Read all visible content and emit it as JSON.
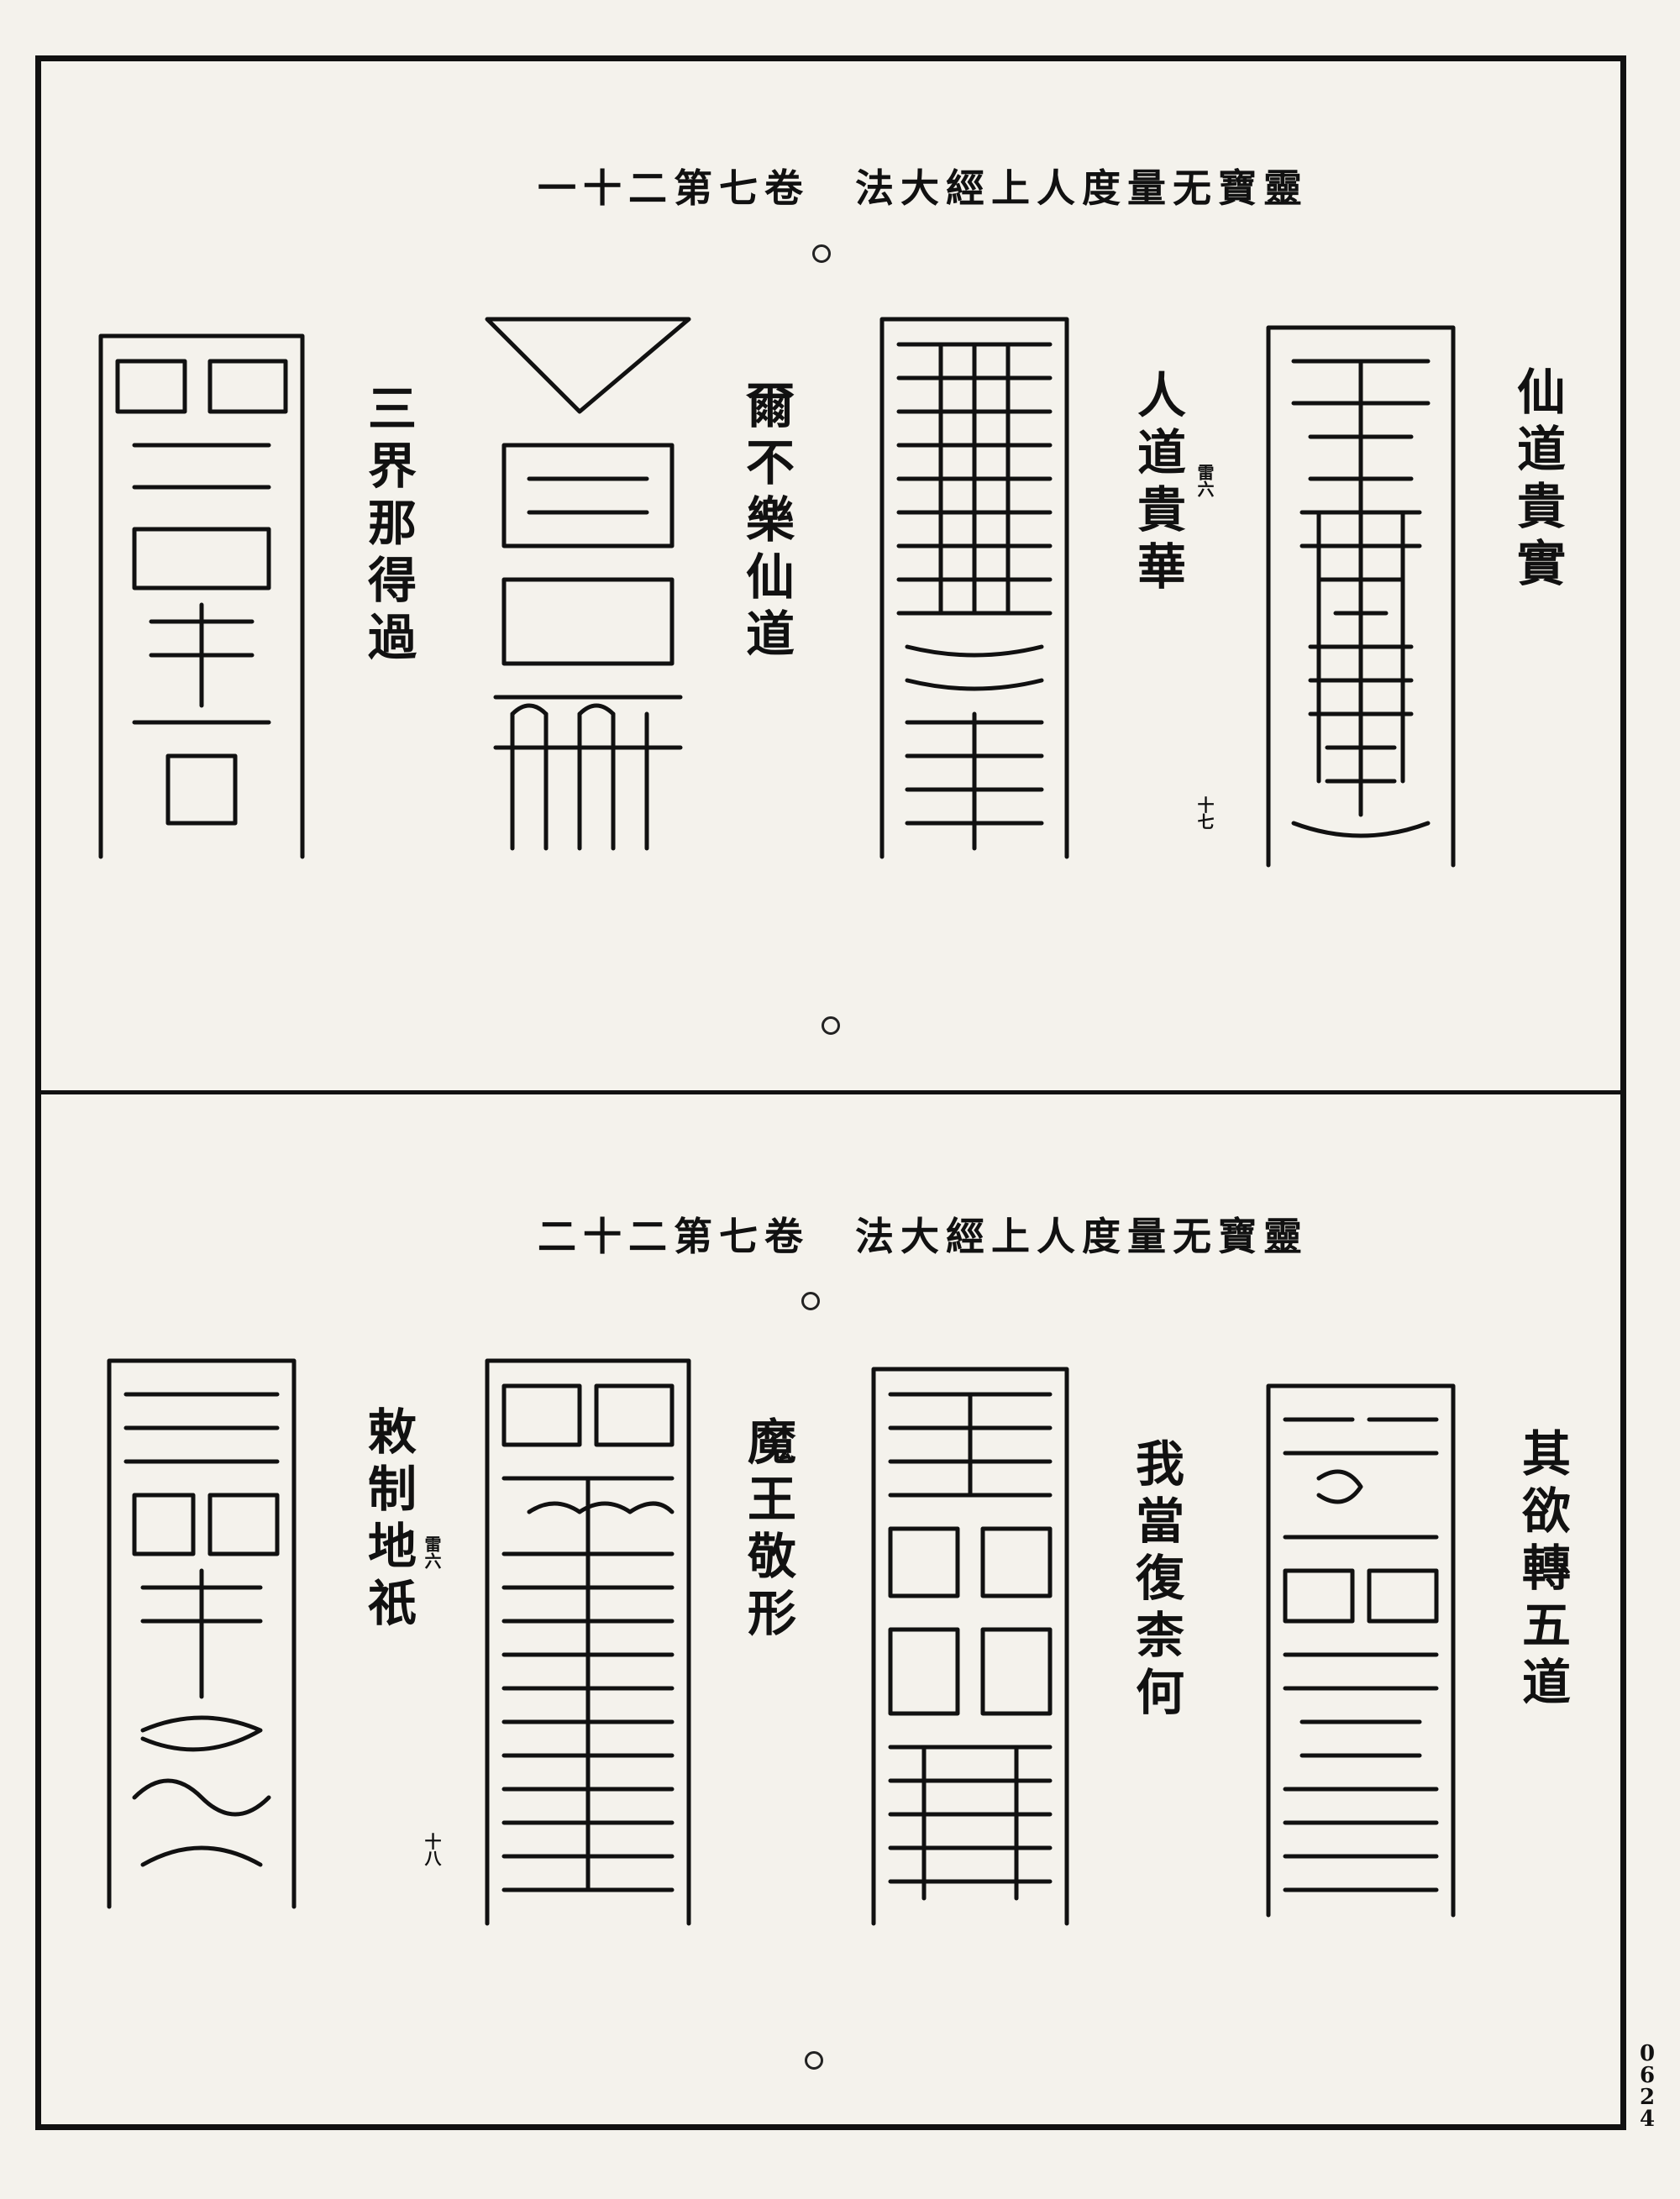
{
  "top": {
    "header": "一十二第七卷　法大經上人度量无寶靈",
    "captions": [
      "仙道貴實",
      "人道貴華",
      "爾不樂仙道",
      "三界那得過"
    ],
    "small_note": "雷六",
    "number": "十七"
  },
  "bottom": {
    "header": "二十二第七卷　法大經上人度量无寶靈",
    "captions": [
      "其欲轉五道",
      "我當復柰何",
      "魔王敬形",
      "敕制地祇"
    ],
    "small_note": "雷六",
    "number": "十八"
  },
  "page_number": [
    "0",
    "6",
    "2",
    "4"
  ]
}
